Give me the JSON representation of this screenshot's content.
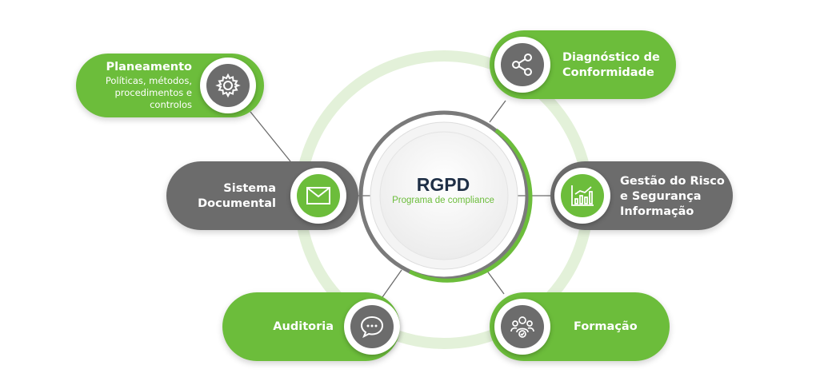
{
  "center": {
    "title": "RGPD",
    "subtitle": "Programa de compliance"
  },
  "nodes": {
    "planeamento": {
      "title": "Planeamento",
      "sub1": "Políticas, métodos,",
      "sub2": "procedimentos e",
      "sub3": "controlos",
      "icon": "gear-icon"
    },
    "sistema_documental": {
      "line1": "Sistema",
      "line2": "Documental",
      "icon": "envelope-icon"
    },
    "auditoria": {
      "label": "Auditoria",
      "icon": "chat-bubble-icon"
    },
    "diagnostico": {
      "line1": "Diagnóstico de",
      "line2": "Conformidade",
      "icon": "share-icon"
    },
    "gestao_risco": {
      "line1": "Gestão do Risco",
      "line2": "e Segurança",
      "line3": "Informação",
      "icon": "chart-icon"
    },
    "formacao": {
      "label": "Formação",
      "icon": "people-icon"
    }
  },
  "colors": {
    "green": "#6cbd3b",
    "gray": "#6c6c6c",
    "navy": "#1f2f46",
    "ring": "#e3f1d9"
  }
}
